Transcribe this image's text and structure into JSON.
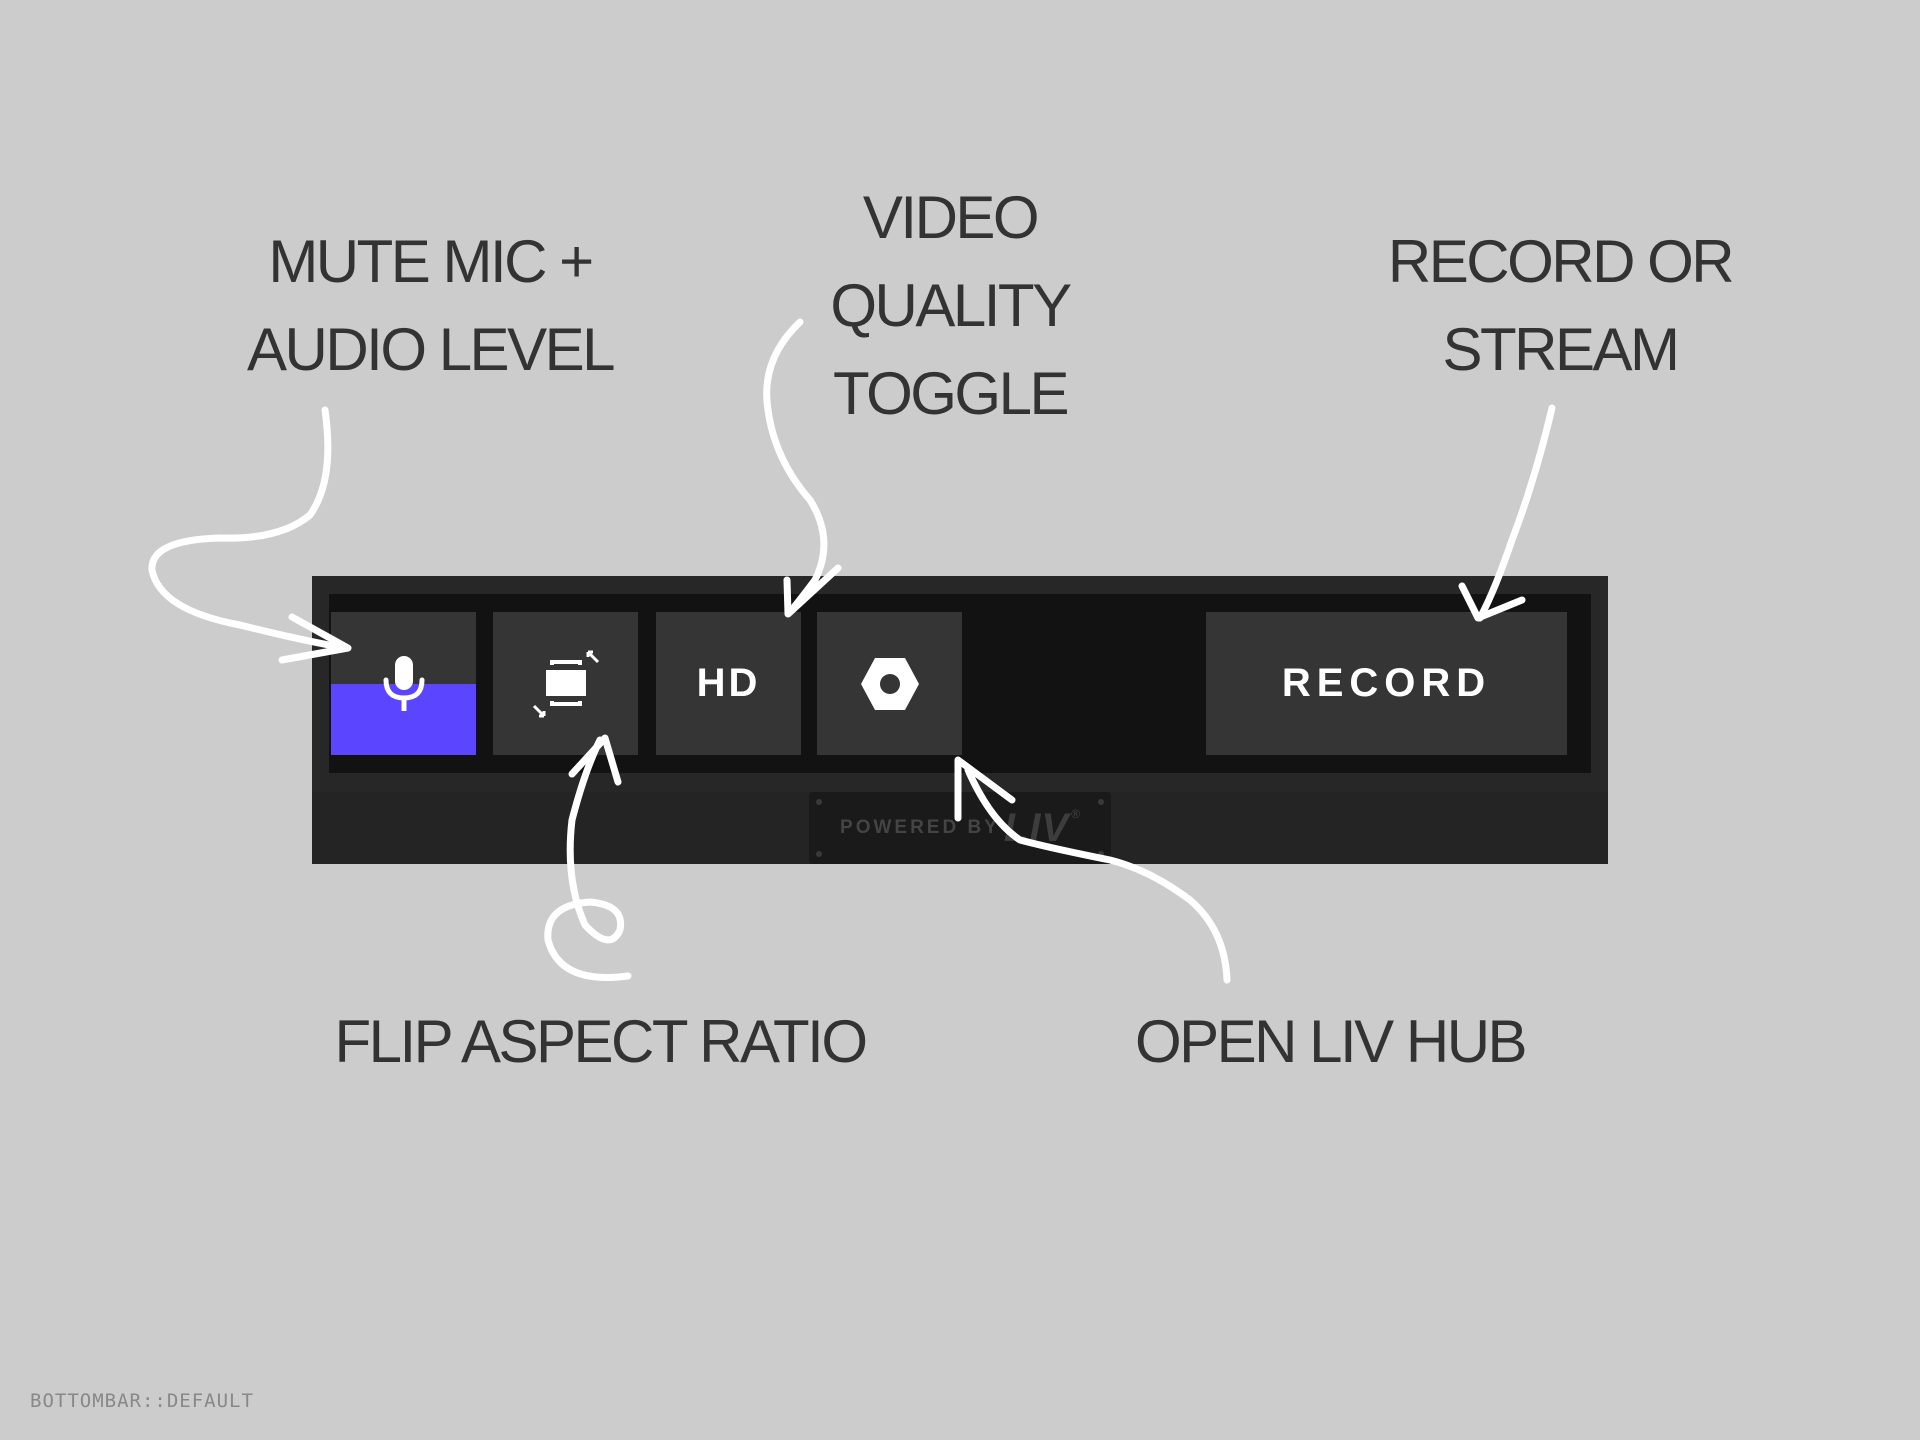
{
  "annotations": {
    "mute_mic": [
      "MUTE MIC +",
      "AUDIO LEVEL"
    ],
    "video_quality": [
      "VIDEO",
      "QUALITY",
      "TOGGLE"
    ],
    "record_stream": [
      "RECORD OR",
      "STREAM"
    ],
    "flip_aspect": [
      "FLIP ASPECT RATIO"
    ],
    "open_hub": [
      "OPEN LIV HUB"
    ]
  },
  "bottombar": {
    "mic": {
      "icon": "microphone-icon",
      "audio_level": 0.5
    },
    "aspect": {
      "icon": "flip-aspect-icon"
    },
    "hd_label": "HD",
    "hub": {
      "icon": "hexagon-nut-icon"
    },
    "record_label": "RECORD",
    "powered_by_text": "POWERED BY",
    "powered_by_logo": "LIV",
    "powered_by_mark": "®"
  },
  "footer": {
    "label": "BOTTOMBAR::DEFAULT"
  },
  "colors": {
    "background": "#cccccc",
    "bar": "#242424",
    "button": "#353535",
    "mic_level": "#5b45ff",
    "annotation_text": "#333333",
    "arrow": "#ffffff"
  }
}
